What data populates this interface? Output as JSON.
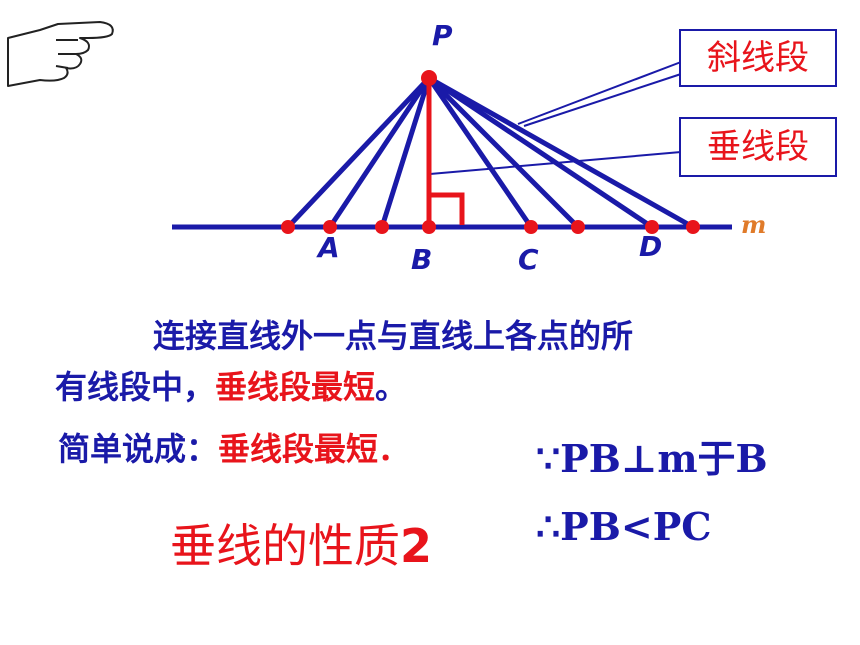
{
  "labels": {
    "oblique_segment": "斜线段",
    "perpendicular_segment": "垂线段",
    "point_P": "P",
    "point_A": "A",
    "point_B": "B",
    "point_C": "C",
    "point_D": "D",
    "line_m": "m"
  },
  "text": {
    "line1": "连接直线外一点与直线上各点的所",
    "line2_a": "有线段中，",
    "line2_b": "垂线段最短",
    "line2_c": "。",
    "line3_a": "简单说成：",
    "line3_b": "垂线段最短",
    "line3_c": "．",
    "because": "∵PB⊥m于B",
    "therefore": "∴PB<PC",
    "property_title": "垂线的性质",
    "property_number": "2"
  },
  "colors": {
    "blue": "#1a1aa8",
    "red": "#e8141b",
    "orange": "#e07b2a"
  },
  "icons": {
    "pointer": "pointing-hand-icon"
  }
}
